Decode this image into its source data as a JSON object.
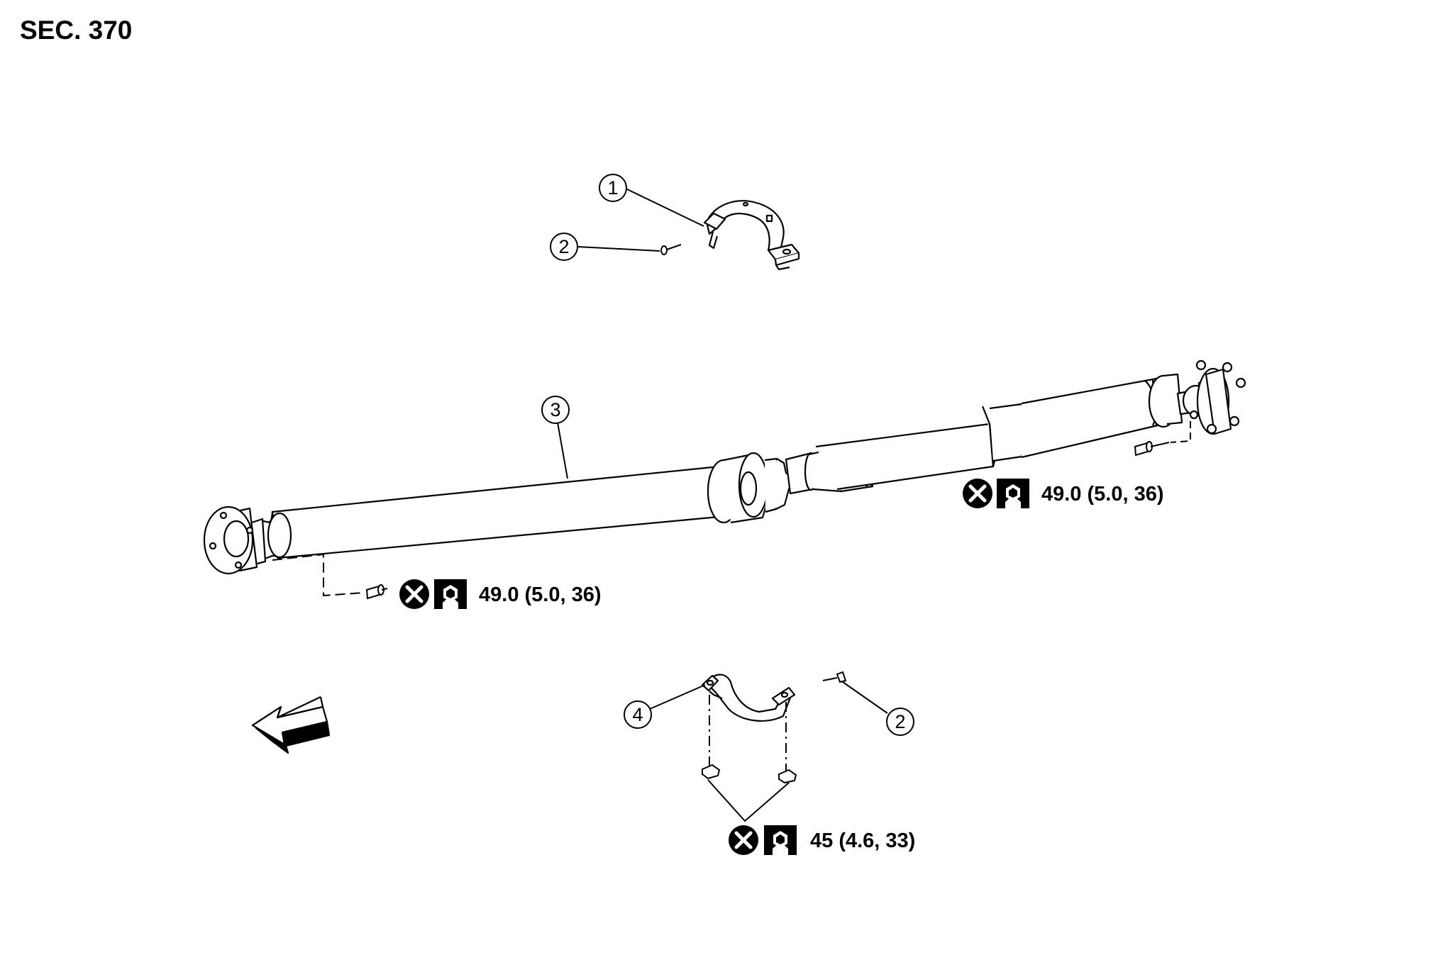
{
  "section": {
    "title": "SEC. 370"
  },
  "callouts": {
    "c1": "1",
    "c2_upper": "2",
    "c3": "3",
    "c4": "4",
    "c2_lower": "2"
  },
  "torque_specs": {
    "front_flange": "49.0 (5.0, 36)",
    "rear_flange": "49.0 (5.0, 36)",
    "bracket_nuts": "45 (4.6, 33)"
  },
  "icons": {
    "do_not_reuse": "do-not-reuse-icon",
    "torque_wrench": "torque-wrench-icon",
    "front_direction": "front-direction-arrow-icon"
  },
  "colors": {
    "line": "#000000",
    "background": "#ffffff"
  }
}
